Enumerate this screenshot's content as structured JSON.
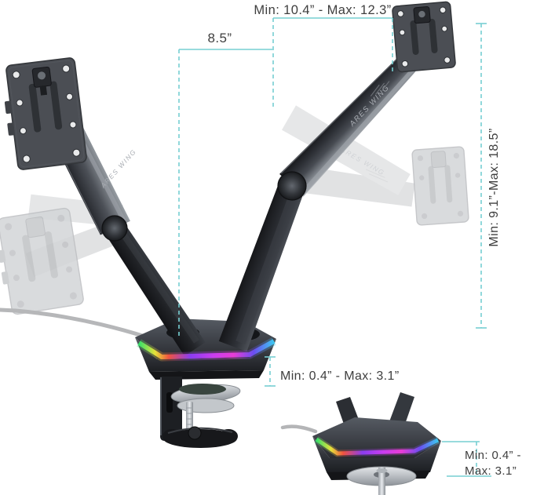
{
  "annotations": {
    "horizontal_range": "Min: 10.4” - Max: 12.3”",
    "arm_length": "8.5”",
    "height_range": "Min: 9.1”-Max: 18.5”",
    "clamp_thickness_range": "Min: 0.4” - Max: 3.1”",
    "grommet_range_line1": "Min: 0.4” -",
    "grommet_range_line2": "Max: 3.1”"
  },
  "product": {
    "brand": "ARES WING",
    "type_description": "dual monitor desk mount arm with RGB base, C-clamp and grommet mounting"
  },
  "colors": {
    "dimension_accent": "#76cfd2",
    "label_text": "#3e3e3e",
    "arm_dark": "#2c2f34",
    "ghost_gray": "#c8cacd",
    "rgb_strip": [
      "#35e06a",
      "#e6e23a",
      "#f0533f",
      "#8a3df0",
      "#c93df0",
      "#e83dd6",
      "#3dc8f0"
    ]
  }
}
